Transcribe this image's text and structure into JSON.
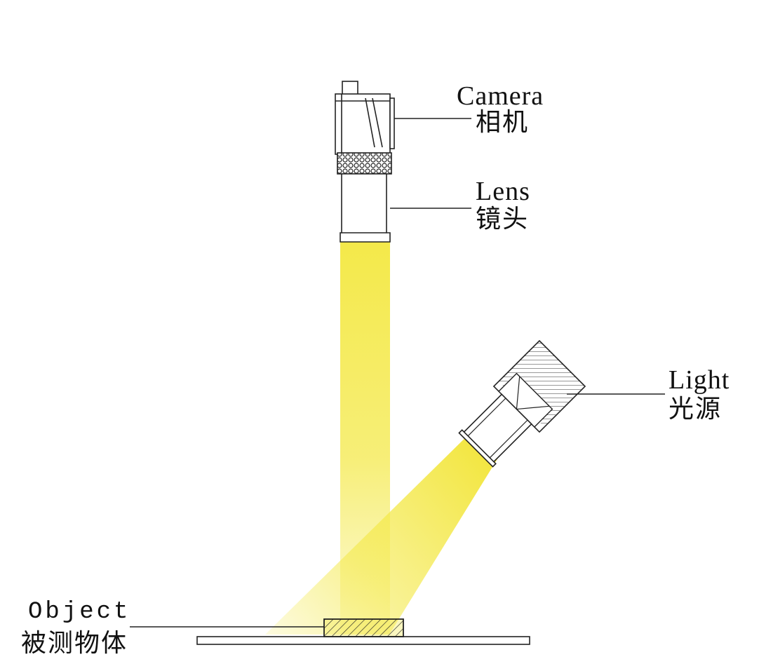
{
  "labels": {
    "camera": {
      "en": "Camera",
      "zh": "相机"
    },
    "lens": {
      "en": "Lens",
      "zh": "镜头"
    },
    "light": {
      "en": "Light",
      "zh": "光源"
    },
    "object": {
      "en": "Object",
      "zh": "被测物体"
    }
  },
  "colors": {
    "beam": "#f4e94a",
    "line": "#222222",
    "background": "#ffffff"
  }
}
